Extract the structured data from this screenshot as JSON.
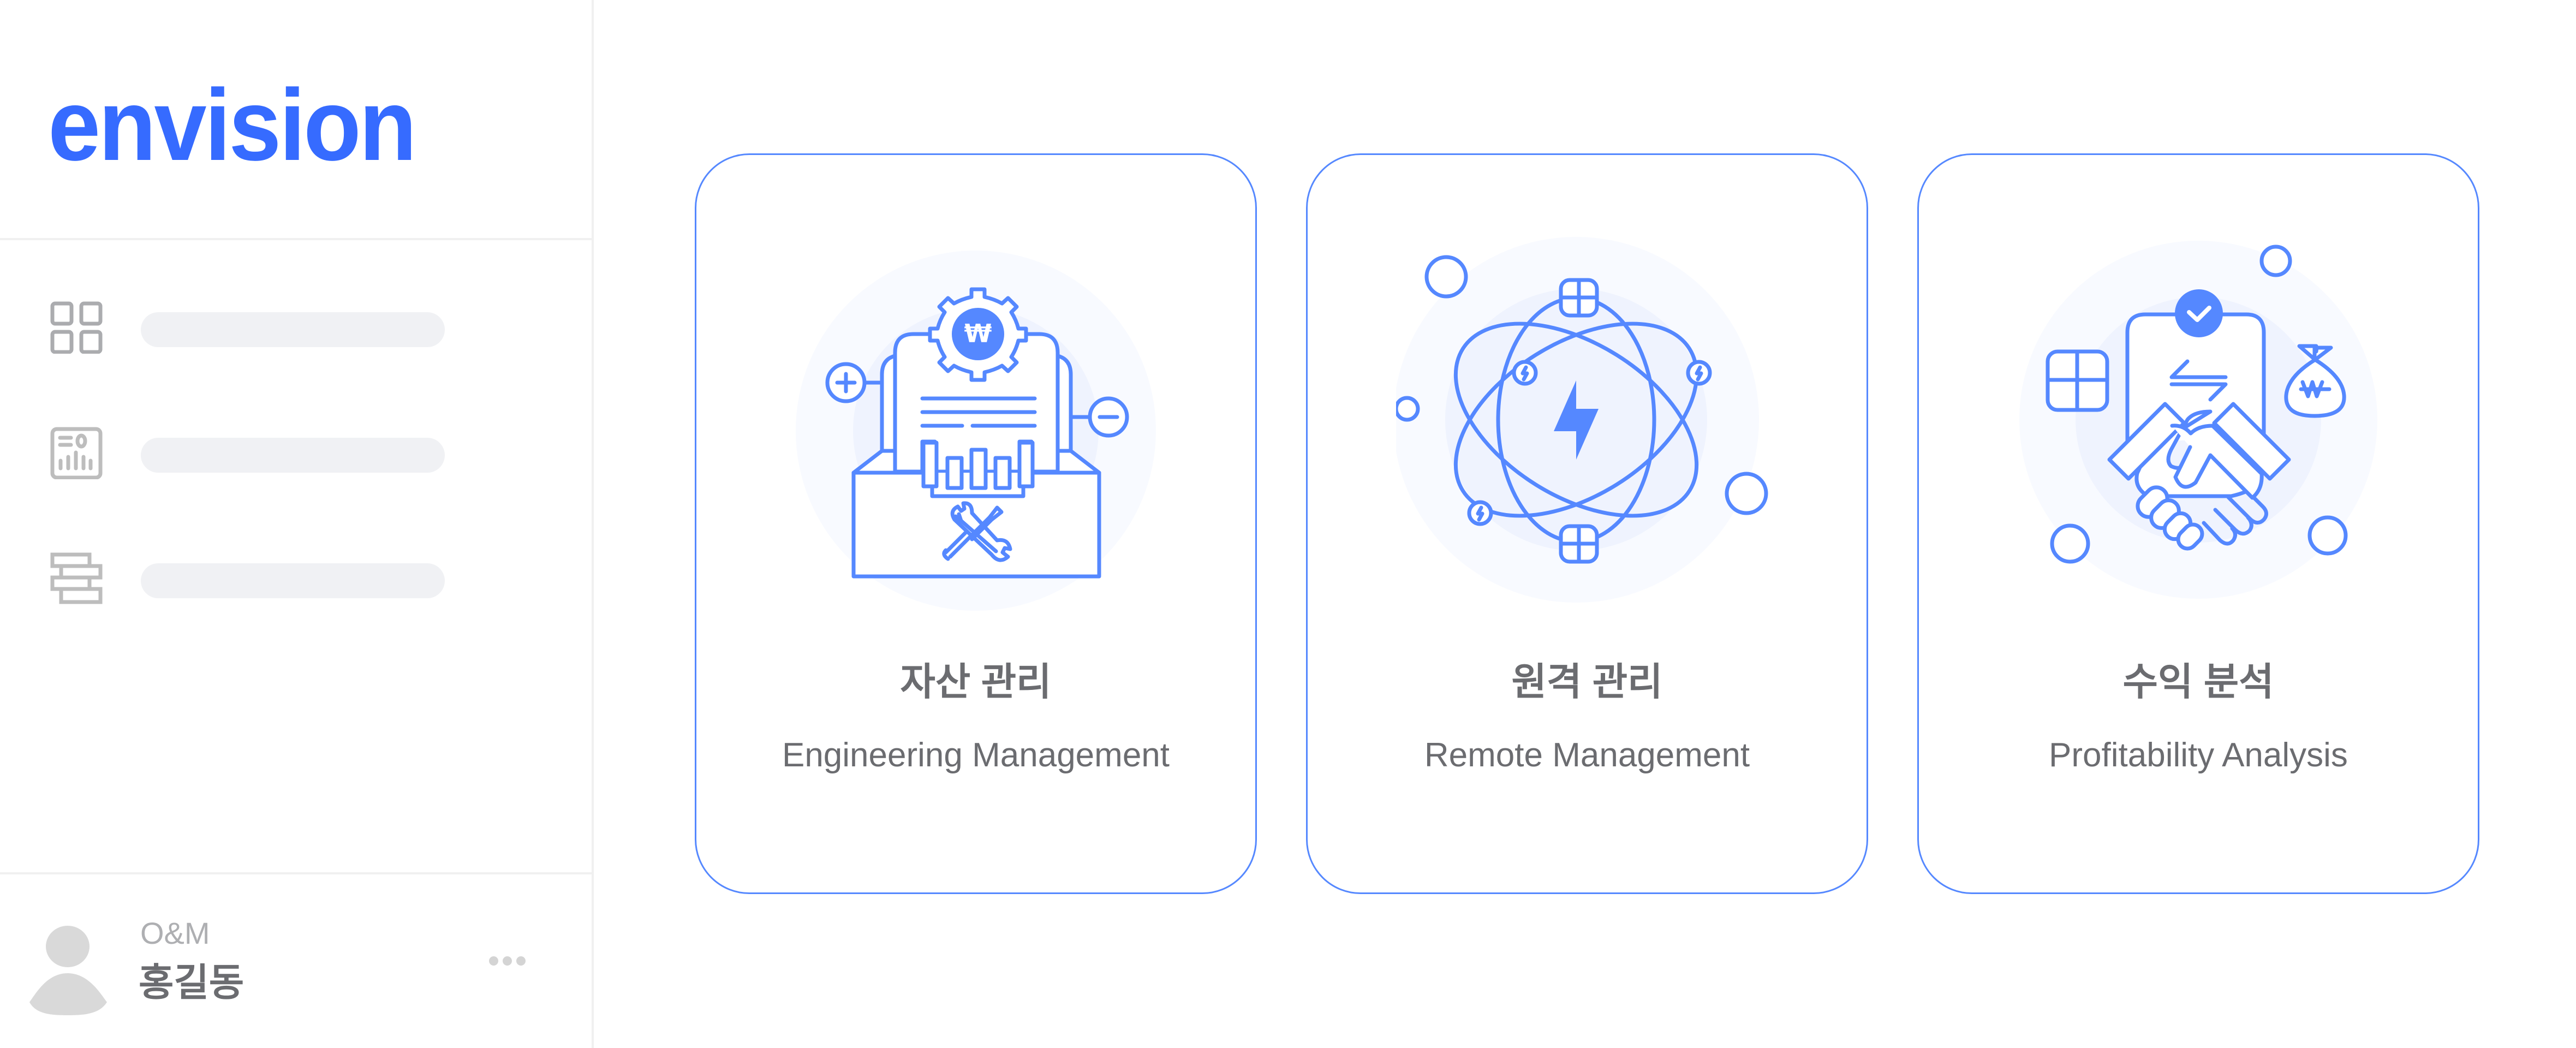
{
  "sidebar": {
    "logo": "envision",
    "nav": [
      {
        "icon": "dashboard-grid-icon",
        "label": ""
      },
      {
        "icon": "report-chart-icon",
        "label": ""
      },
      {
        "icon": "stacked-layers-icon",
        "label": ""
      }
    ],
    "user": {
      "role": "O&M",
      "name": "홍길동",
      "avatar_icon": "user-avatar-icon",
      "more_icon": "more-horizontal-icon"
    }
  },
  "main": {
    "cards": [
      {
        "title": "자산 관리",
        "subtitle": "Engineering Management",
        "icon": "asset-management-icon"
      },
      {
        "title": "원격 관리",
        "subtitle": "Remote Management",
        "icon": "remote-management-icon"
      },
      {
        "title": "수익 분석",
        "subtitle": "Profitability Analysis",
        "icon": "profitability-analysis-icon"
      }
    ]
  },
  "colors": {
    "brand": "#366BFF",
    "card_border": "#5588FF",
    "icon_stroke": "#5588FF",
    "text_primary": "#6B6C70",
    "text_secondary": "#AEAFB2",
    "placeholder_bar": "#F0F1F4",
    "divider": "#F0F0F0"
  }
}
